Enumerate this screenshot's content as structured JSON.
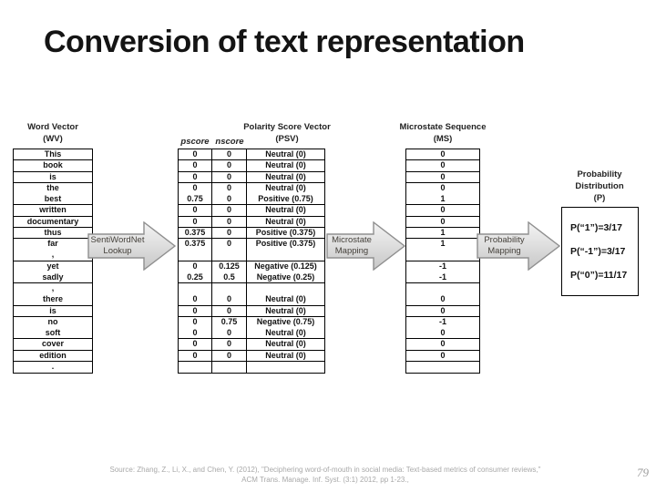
{
  "slide": {
    "title": "Conversion of text representation",
    "page_number": "79",
    "source_line1": "Source: Zhang, Z., Li, X., and Chen, Y. (2012), \"Deciphering word-of-mouth in social media: Text-based metrics of consumer reviews,\"",
    "source_line2": "ACM Trans. Manage. Inf. Syst. (3:1) 2012, pp 1-23.,"
  },
  "diagram": {
    "word_vector": {
      "title_line1": "Word Vector",
      "title_line2": "(WV)",
      "cells": [
        [
          "This"
        ],
        [
          "book"
        ],
        [
          "is"
        ],
        [
          "the",
          "best"
        ],
        [
          "written"
        ],
        [
          "documentary"
        ],
        [
          "thus"
        ],
        [
          "far",
          ","
        ],
        [
          "yet",
          "sadly"
        ],
        [
          ",",
          "there"
        ],
        [
          "is"
        ],
        [
          "no",
          "soft"
        ],
        [
          "cover"
        ],
        [
          "edition"
        ],
        [
          "."
        ]
      ]
    },
    "psv": {
      "title_line1": "Polarity Score Vector",
      "title_line2": "(PSV)",
      "col1_label": "pscore",
      "col2_label": "nscore",
      "cells": [
        [
          [
            "0",
            "0",
            "Neutral (0)"
          ]
        ],
        [
          [
            "0",
            "0",
            "Neutral (0)"
          ]
        ],
        [
          [
            "0",
            "0",
            "Neutral (0)"
          ]
        ],
        [
          [
            "0",
            "0",
            "Neutral (0)"
          ],
          [
            "0.75",
            "0",
            "Positive (0.75)"
          ]
        ],
        [
          [
            "0",
            "0",
            "Neutral (0)"
          ]
        ],
        [
          [
            "0",
            "0",
            "Neutral (0)"
          ]
        ],
        [
          [
            "0.375",
            "0",
            "Positive (0.375)"
          ]
        ],
        [
          [
            "0.375",
            "0",
            "Positive (0.375)"
          ],
          [
            "",
            "",
            ""
          ]
        ],
        [
          [
            "0",
            "0.125",
            "Negative (0.125)"
          ],
          [
            "0.25",
            "0.5",
            "Negative (0.25)"
          ]
        ],
        [
          [
            "",
            "",
            ""
          ],
          [
            "0",
            "0",
            "Neutral (0)"
          ]
        ],
        [
          [
            "0",
            "0",
            "Neutral (0)"
          ]
        ],
        [
          [
            "0",
            "0.75",
            "Negative (0.75)"
          ],
          [
            "0",
            "0",
            "Neutral (0)"
          ]
        ],
        [
          [
            "0",
            "0",
            "Neutral (0)"
          ]
        ],
        [
          [
            "0",
            "0",
            "Neutral (0)"
          ]
        ],
        [
          [
            "",
            "",
            ""
          ]
        ]
      ]
    },
    "microstate": {
      "title_line1": "Microstate Sequence",
      "title_line2": "(MS)",
      "cells": [
        [
          "0"
        ],
        [
          "0"
        ],
        [
          "0"
        ],
        [
          "0",
          "1"
        ],
        [
          "0"
        ],
        [
          "0"
        ],
        [
          "1"
        ],
        [
          "1",
          ""
        ],
        [
          "-1",
          "-1"
        ],
        [
          "",
          "0"
        ],
        [
          "0"
        ],
        [
          "-1",
          "0"
        ],
        [
          "0"
        ],
        [
          "0"
        ],
        [
          ""
        ]
      ]
    },
    "probability": {
      "title_line1": "Probability",
      "title_line2": "Distribution",
      "title_line3": "(P)",
      "lines": [
        "P(“1”)=3/17",
        "P(“-1”)=3/17",
        "P(“0”)=11/17"
      ]
    },
    "arrows": [
      {
        "label_line1": "SentiWordNet",
        "label_line2": "Lookup"
      },
      {
        "label_line1": "Microstate",
        "label_line2": "Mapping"
      },
      {
        "label_line1": "Probability",
        "label_line2": "Mapping"
      }
    ]
  }
}
